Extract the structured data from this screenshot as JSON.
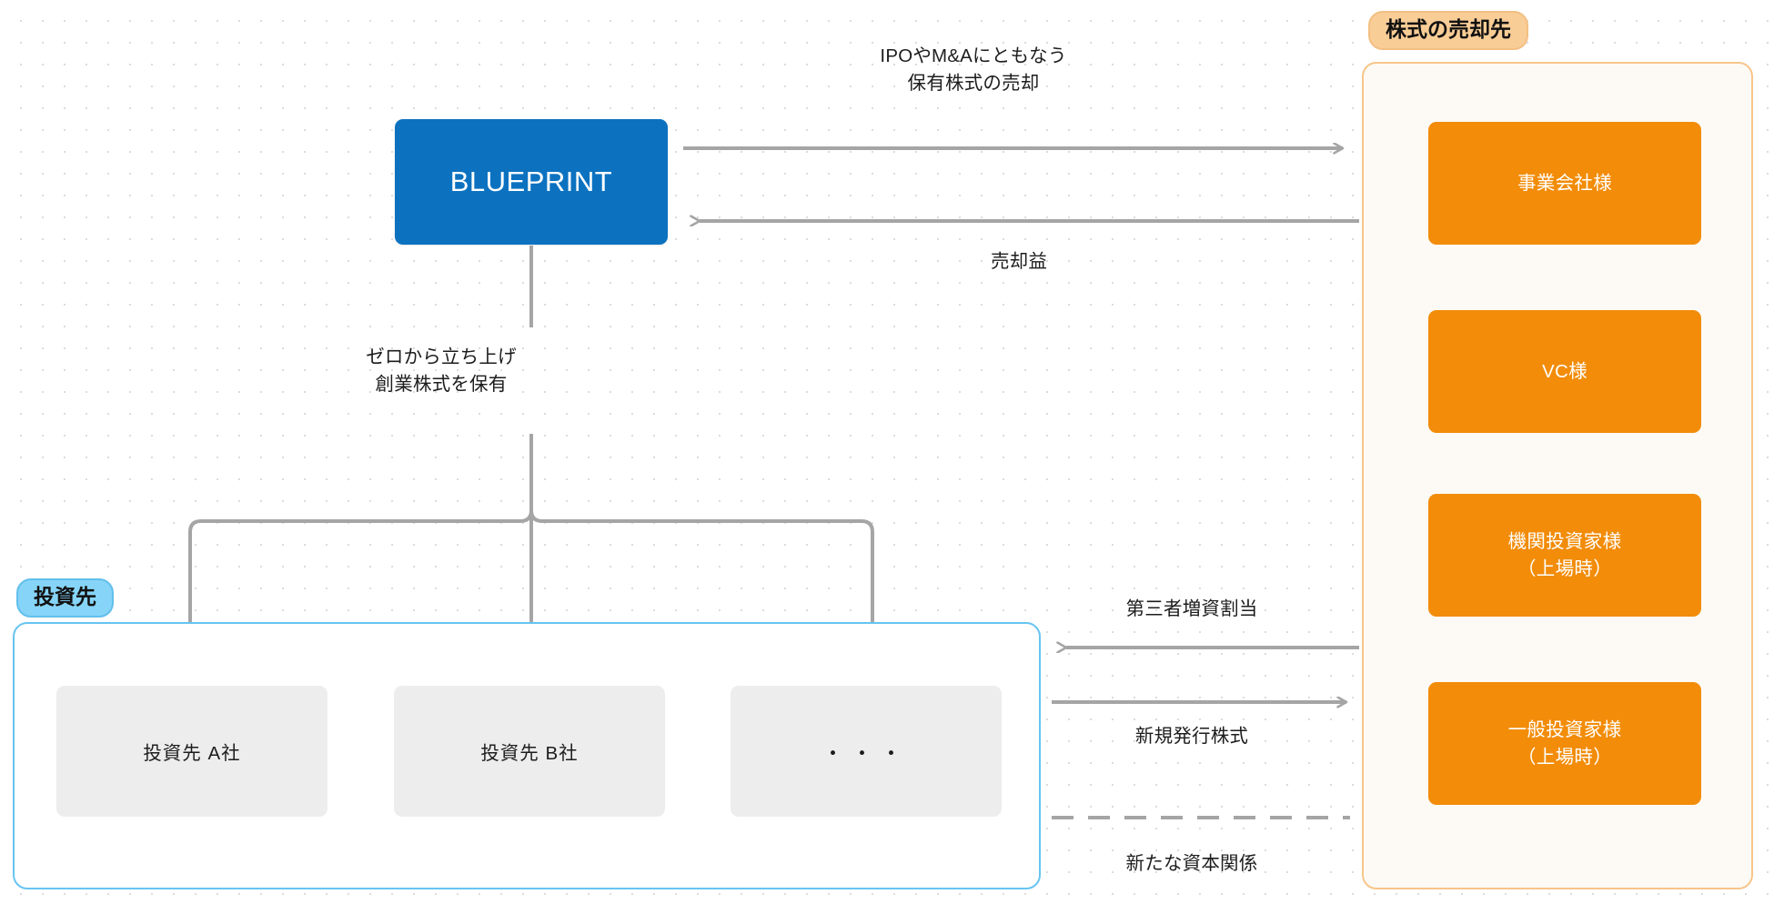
{
  "diagram": {
    "title_node": {
      "label": "BLUEPRINT"
    },
    "captions": {
      "ipo_ma_sale": "IPOやM&Aにともなう\n保有株式の売却",
      "sale_gain": "売却益",
      "founding_shares": "ゼロから立ち上げ\n創業株式を保有",
      "third_party_allotment": "第三者増資割当",
      "newly_issued_shares": "新規発行株式",
      "new_capital_relationship": "新たな資本関係"
    },
    "investee_group": {
      "tag": "投資先",
      "boxes": [
        {
          "label": "投資先 A社"
        },
        {
          "label": "投資先 B社"
        },
        {
          "label": "・・・"
        }
      ]
    },
    "buyer_group": {
      "tag": "株式の売却先",
      "boxes": [
        {
          "label": "事業会社様"
        },
        {
          "label": "VC様"
        },
        {
          "label": "機関投資家様\n（上場時）"
        },
        {
          "label": "一般投資家様\n（上場時）"
        }
      ]
    },
    "colors": {
      "blueprint_blue": "#0c72c0",
      "buyer_orange": "#f28c09",
      "buyer_border": "#f7c58a",
      "buyer_tag": "#f9cd96",
      "investee_border": "#67c4f2",
      "investee_tag": "#86d4f7",
      "investee_box": "#ededed",
      "edge_gray": "#a5a5a5",
      "text_dark": "#1d1d1d",
      "background": "#ffffff"
    }
  }
}
